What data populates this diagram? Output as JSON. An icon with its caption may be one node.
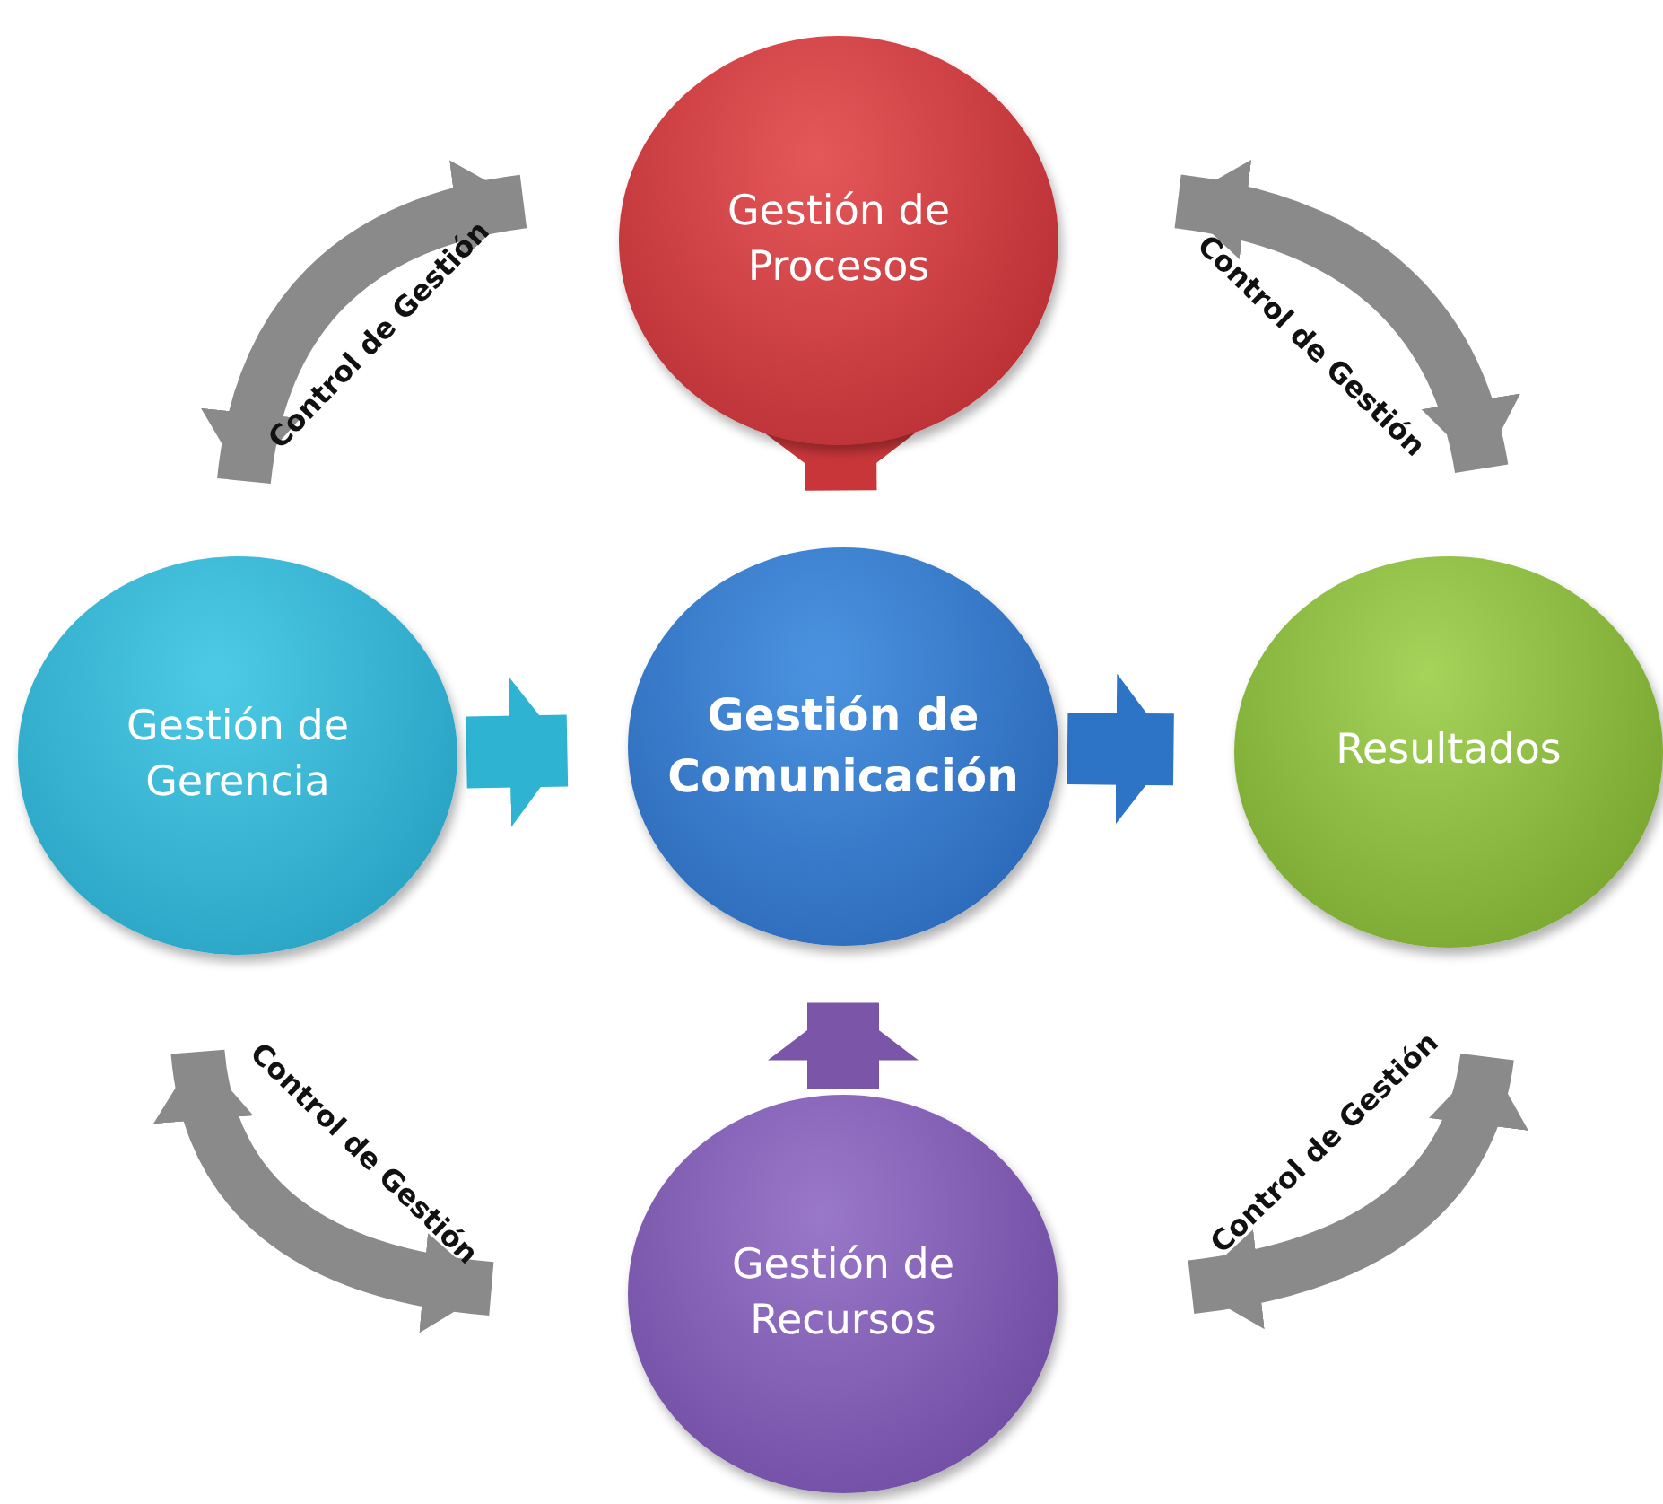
{
  "diagram": {
    "nodes": [
      {
        "text": [
          "Gestión de Procesos"
        ]
      },
      {
        "text": [
          "Gestión de Gerencia"
        ]
      },
      {
        "text": [
          "Gestión de Comunicación"
        ]
      },
      {
        "text": [
          "Resultados"
        ]
      },
      {
        "text": [
          "Gestión de Recursos"
        ]
      }
    ],
    "edges": [
      {
        "from": 1,
        "to": 0,
        "arrow": "both",
        "label": "Control de Gestión",
        "color": "#8a8a8a"
      },
      {
        "from": 0,
        "to": 3,
        "arrow": "both",
        "label": "Control de Gestión",
        "color": "#8a8a8a"
      },
      {
        "from": 0,
        "to": 2,
        "arrow": "to",
        "color": "#c9363a"
      },
      {
        "from": 1,
        "to": 2,
        "arrow": "to",
        "color": "#2fb3d3"
      },
      {
        "from": 2,
        "to": 3,
        "arrow": "to",
        "color": "#2e74c6"
      },
      {
        "from": 4,
        "to": 2,
        "arrow": "to",
        "color": "#7b55a8"
      },
      {
        "from": 1,
        "to": 4,
        "arrow": "both",
        "label": "Control de Gestión",
        "color": "#8a8a8a"
      },
      {
        "from": 4,
        "to": 3,
        "arrow": "both",
        "label": "Control de Gestión",
        "color": "#8a8a8a"
      }
    ]
  }
}
